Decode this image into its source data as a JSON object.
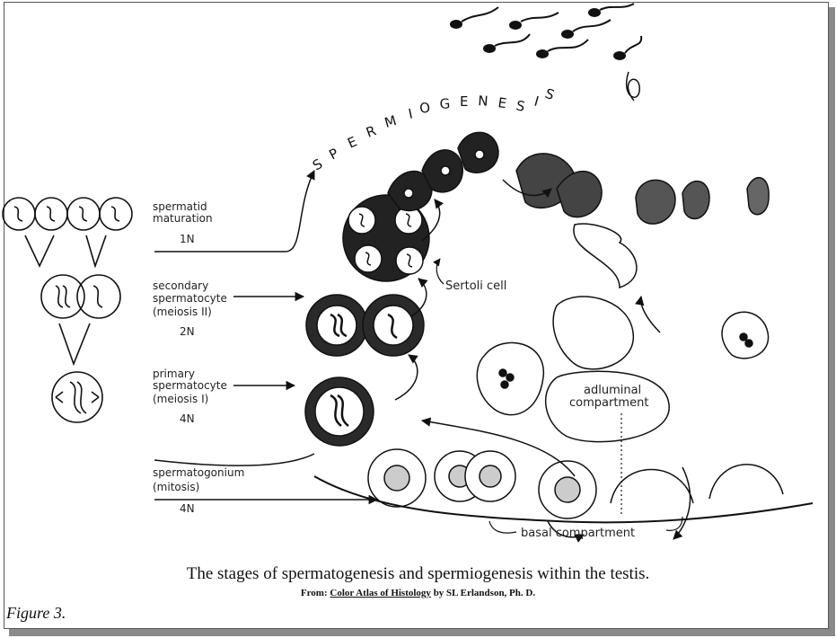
{
  "labels": {
    "spermiogenesis": "SPERMIOGENESIS",
    "spermatid_line1": "spermatid",
    "spermatid_line2": "maturation",
    "spermatid_ploidy": "1N",
    "secondary_line1": "secondary",
    "secondary_line2": "spermatocyte",
    "secondary_line3": "(meiosis II)",
    "secondary_ploidy": "2N",
    "primary_line1": "primary",
    "primary_line2": "spermatocyte",
    "primary_line3": "(meiosis I)",
    "primary_ploidy": "4N",
    "spermatogonium_line1": "spermatogonium",
    "spermatogonium_line2": "(mitosis)",
    "spermatogonium_ploidy": "4N",
    "sertoli": "Sertoli cell",
    "adluminal_line1": "adluminal",
    "adluminal_line2": "compartment",
    "basal": "basal compartment"
  },
  "caption": "The stages of spermatogenesis and spermiogenesis within the testis.",
  "source": {
    "prefix": "From:",
    "title": "Color Atlas of Histology",
    "author": "by SL Erlandson, Ph. D."
  },
  "figure_label": "Figure 3."
}
